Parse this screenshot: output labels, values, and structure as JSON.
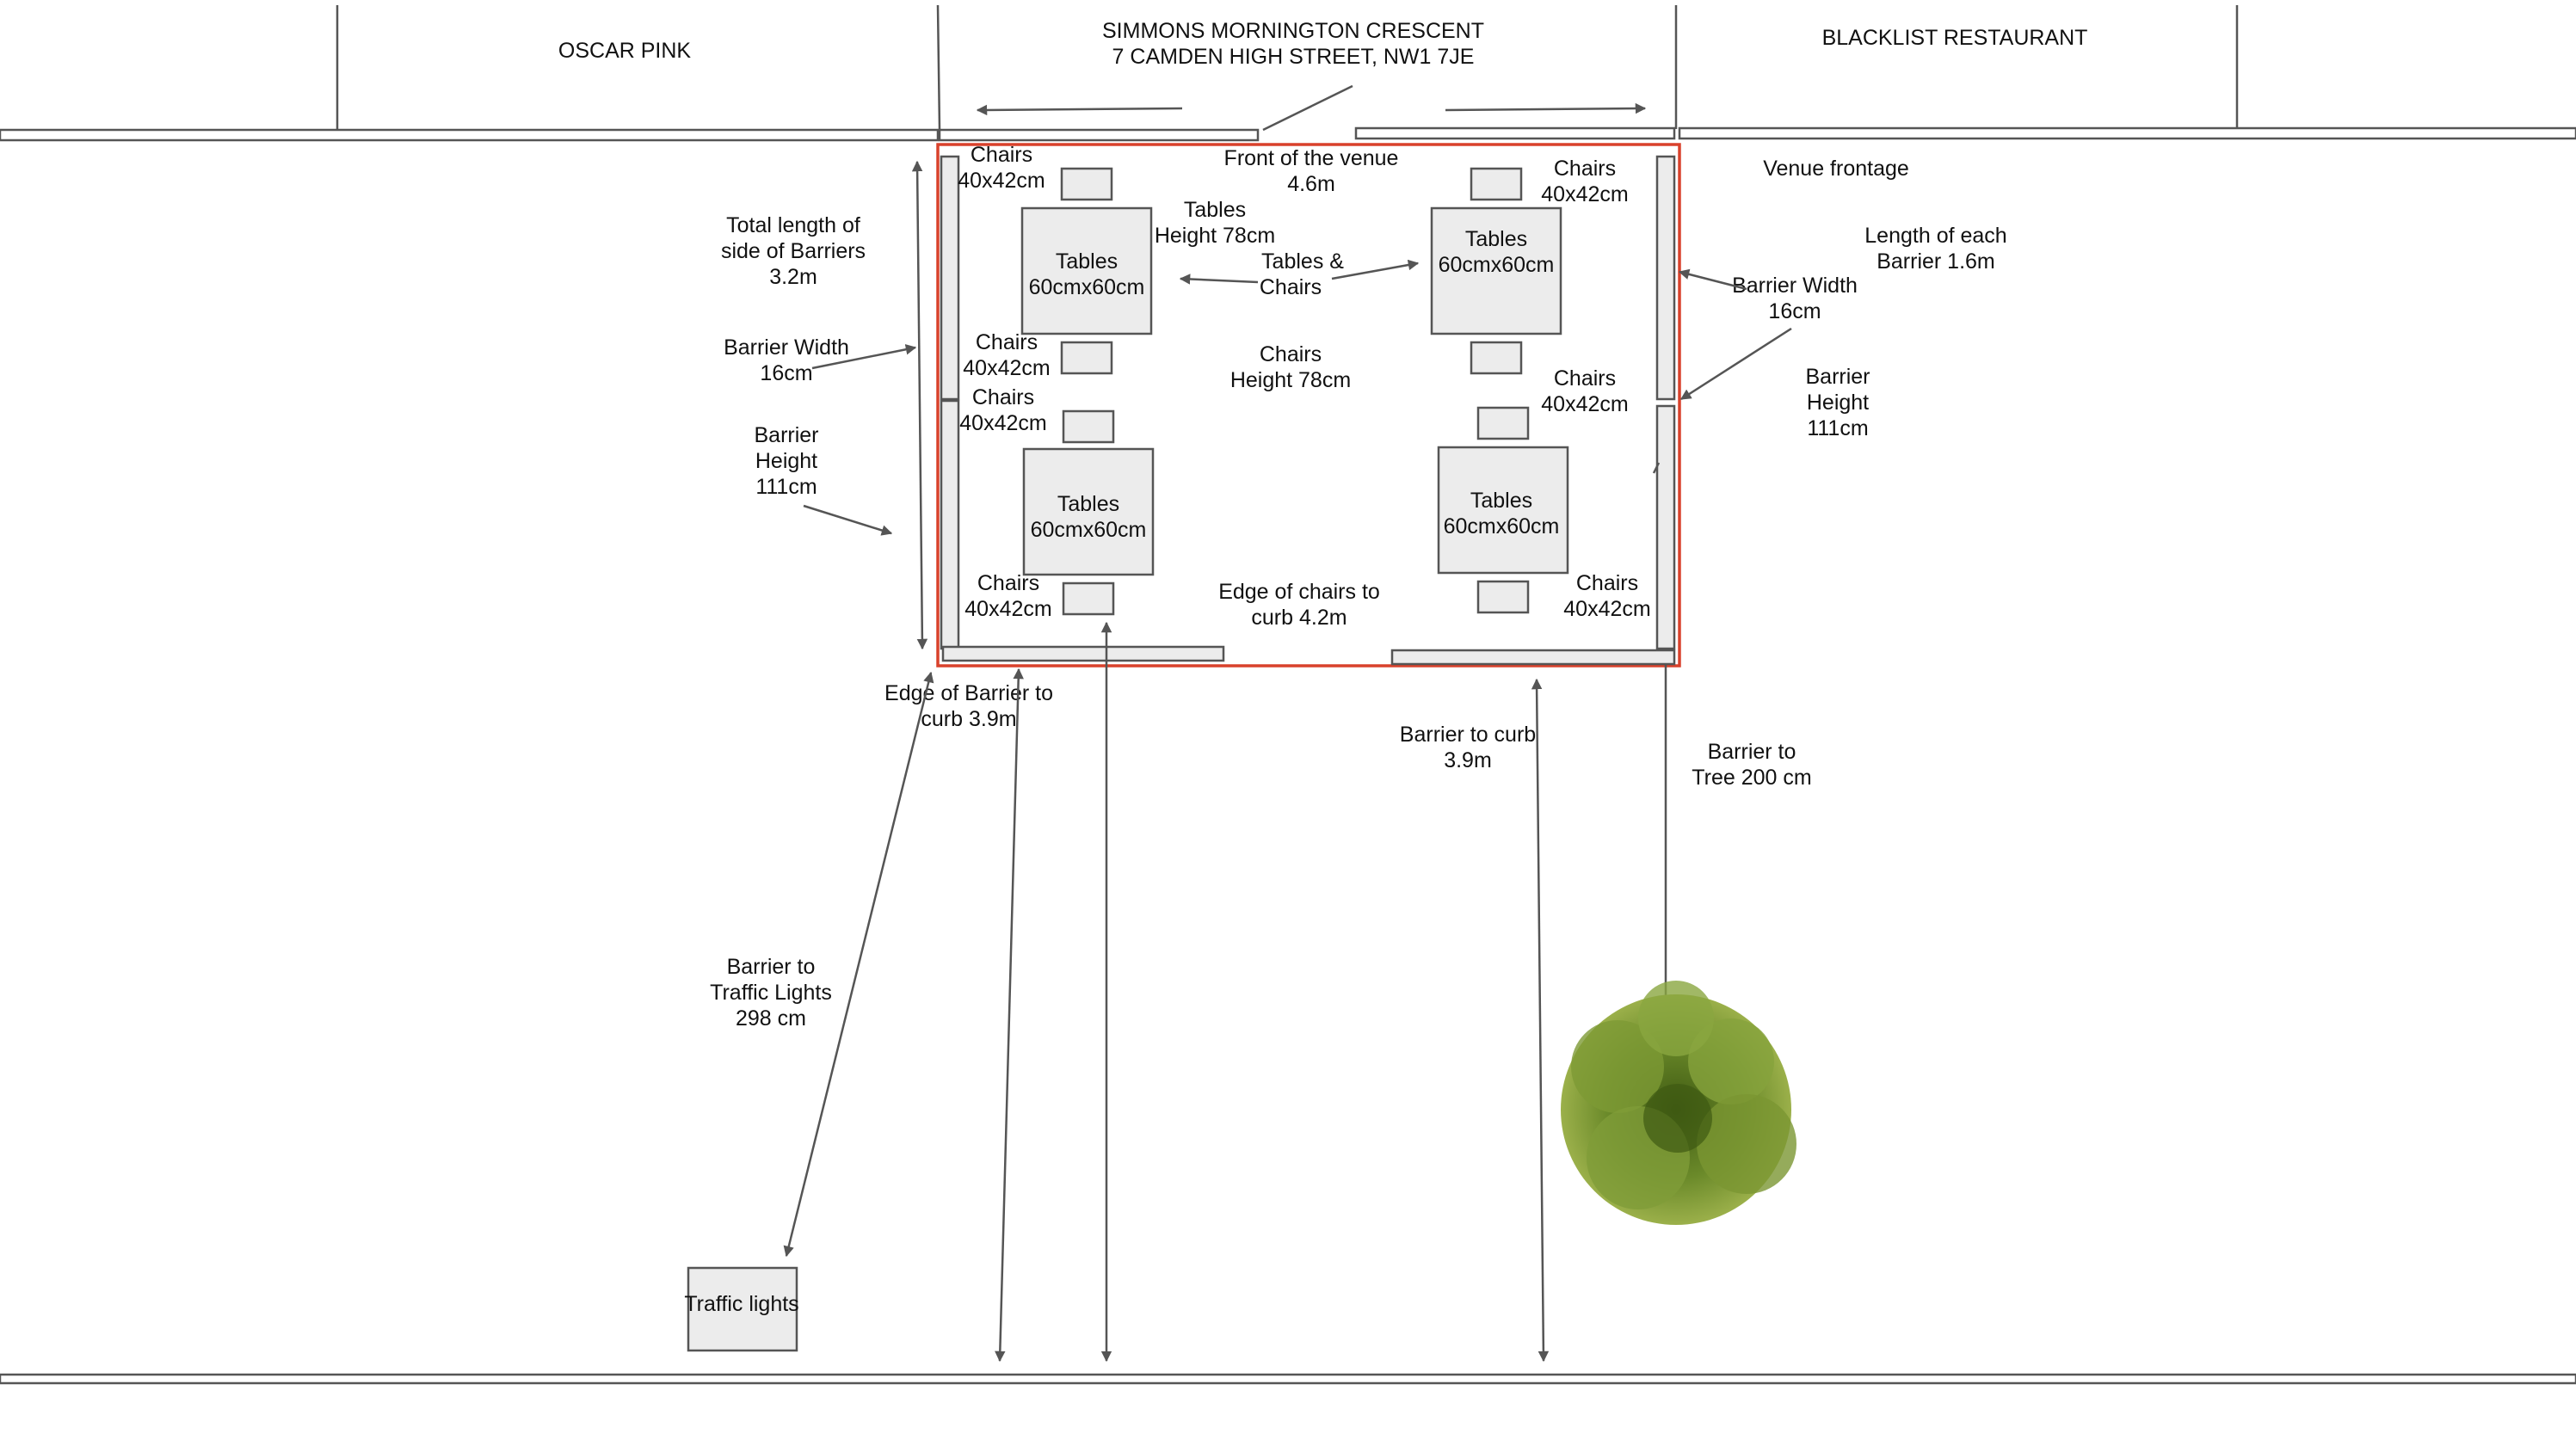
{
  "venue": {
    "name": "SIMMONS MORNINGTON CRESCENT",
    "address": "7 CAMDEN HIGH STREET, NW1 7JE"
  },
  "neighbours": {
    "left": "OSCAR PINK",
    "right": "BLACKLIST RESTAURANT"
  },
  "labels": {
    "front_of_venue": [
      "Front of the venue",
      "4.6m"
    ],
    "venue_frontage": [
      "Venue frontage"
    ],
    "total_length_side": [
      "Total length of",
      "side of Barriers",
      "3.2m"
    ],
    "barrier_width_left": [
      "Barrier Width",
      "16cm"
    ],
    "barrier_height_left": [
      "Barrier",
      "Height",
      "111cm"
    ],
    "length_each_barrier": [
      "Length of each",
      "Barrier 1.6m"
    ],
    "barrier_width_right": [
      "Barrier Width",
      "16cm"
    ],
    "barrier_height_right": [
      "Barrier",
      "Height",
      "111cm"
    ],
    "tables_height": [
      "Tables",
      "Height 78cm"
    ],
    "tables_and_chairs": [
      "Tables &",
      "Chairs"
    ],
    "chairs_height": [
      "Chairs",
      "Height 78cm"
    ],
    "edge_chairs_curb": [
      "Edge of chairs to",
      "curb 4.2m"
    ],
    "edge_barrier_curb": [
      "Edge of Barrier to",
      "curb 3.9m"
    ],
    "barrier_to_curb": [
      "Barrier to curb",
      "3.9m"
    ],
    "barrier_to_tree": [
      "Barrier to",
      "Tree 200 cm"
    ],
    "barrier_to_traffic_lights": [
      "Barrier to",
      "Traffic Lights",
      "298 cm"
    ],
    "traffic_lights": "Traffic lights"
  },
  "table_label": [
    "Tables",
    "60cmx60cm"
  ],
  "chair_label": [
    "Chairs",
    "40x42cm"
  ],
  "colors": {
    "permit_outline": "#d9412b",
    "lines": "#555555",
    "fill": "#ececec",
    "tree": "#6b8a2a"
  }
}
